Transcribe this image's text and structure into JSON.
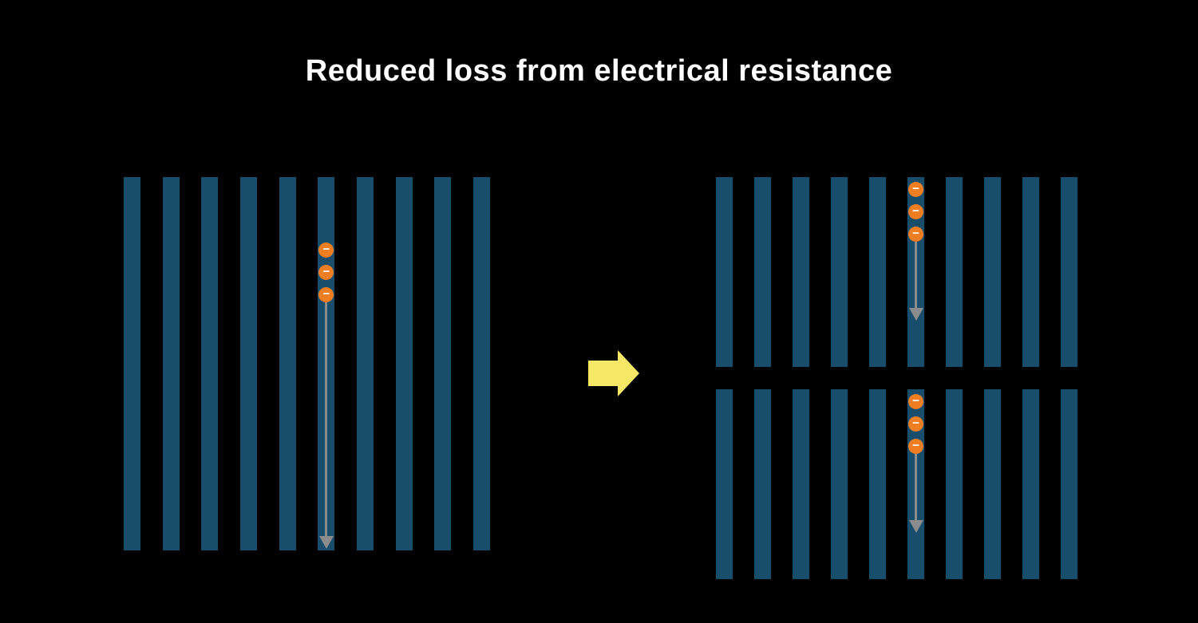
{
  "title": "Reduced loss from electrical resistance",
  "colors": {
    "background": "#000000",
    "title_text": "#ffffff",
    "bar": "#184e6b",
    "electron": "#ef7d22",
    "electron_symbol_color": "#ffffff",
    "flow_arrow": "#8c8c8c",
    "transition_arrow": "#f7e766"
  },
  "diagram": {
    "electron_symbol": "−",
    "full_cell": {
      "bars": 10,
      "electron_column_index": 5,
      "electrons": 3
    },
    "half_cut_top": {
      "bars": 10,
      "electron_column_index": 5,
      "electrons": 3
    },
    "half_cut_bottom": {
      "bars": 10,
      "electron_column_index": 5,
      "electrons": 3
    }
  }
}
